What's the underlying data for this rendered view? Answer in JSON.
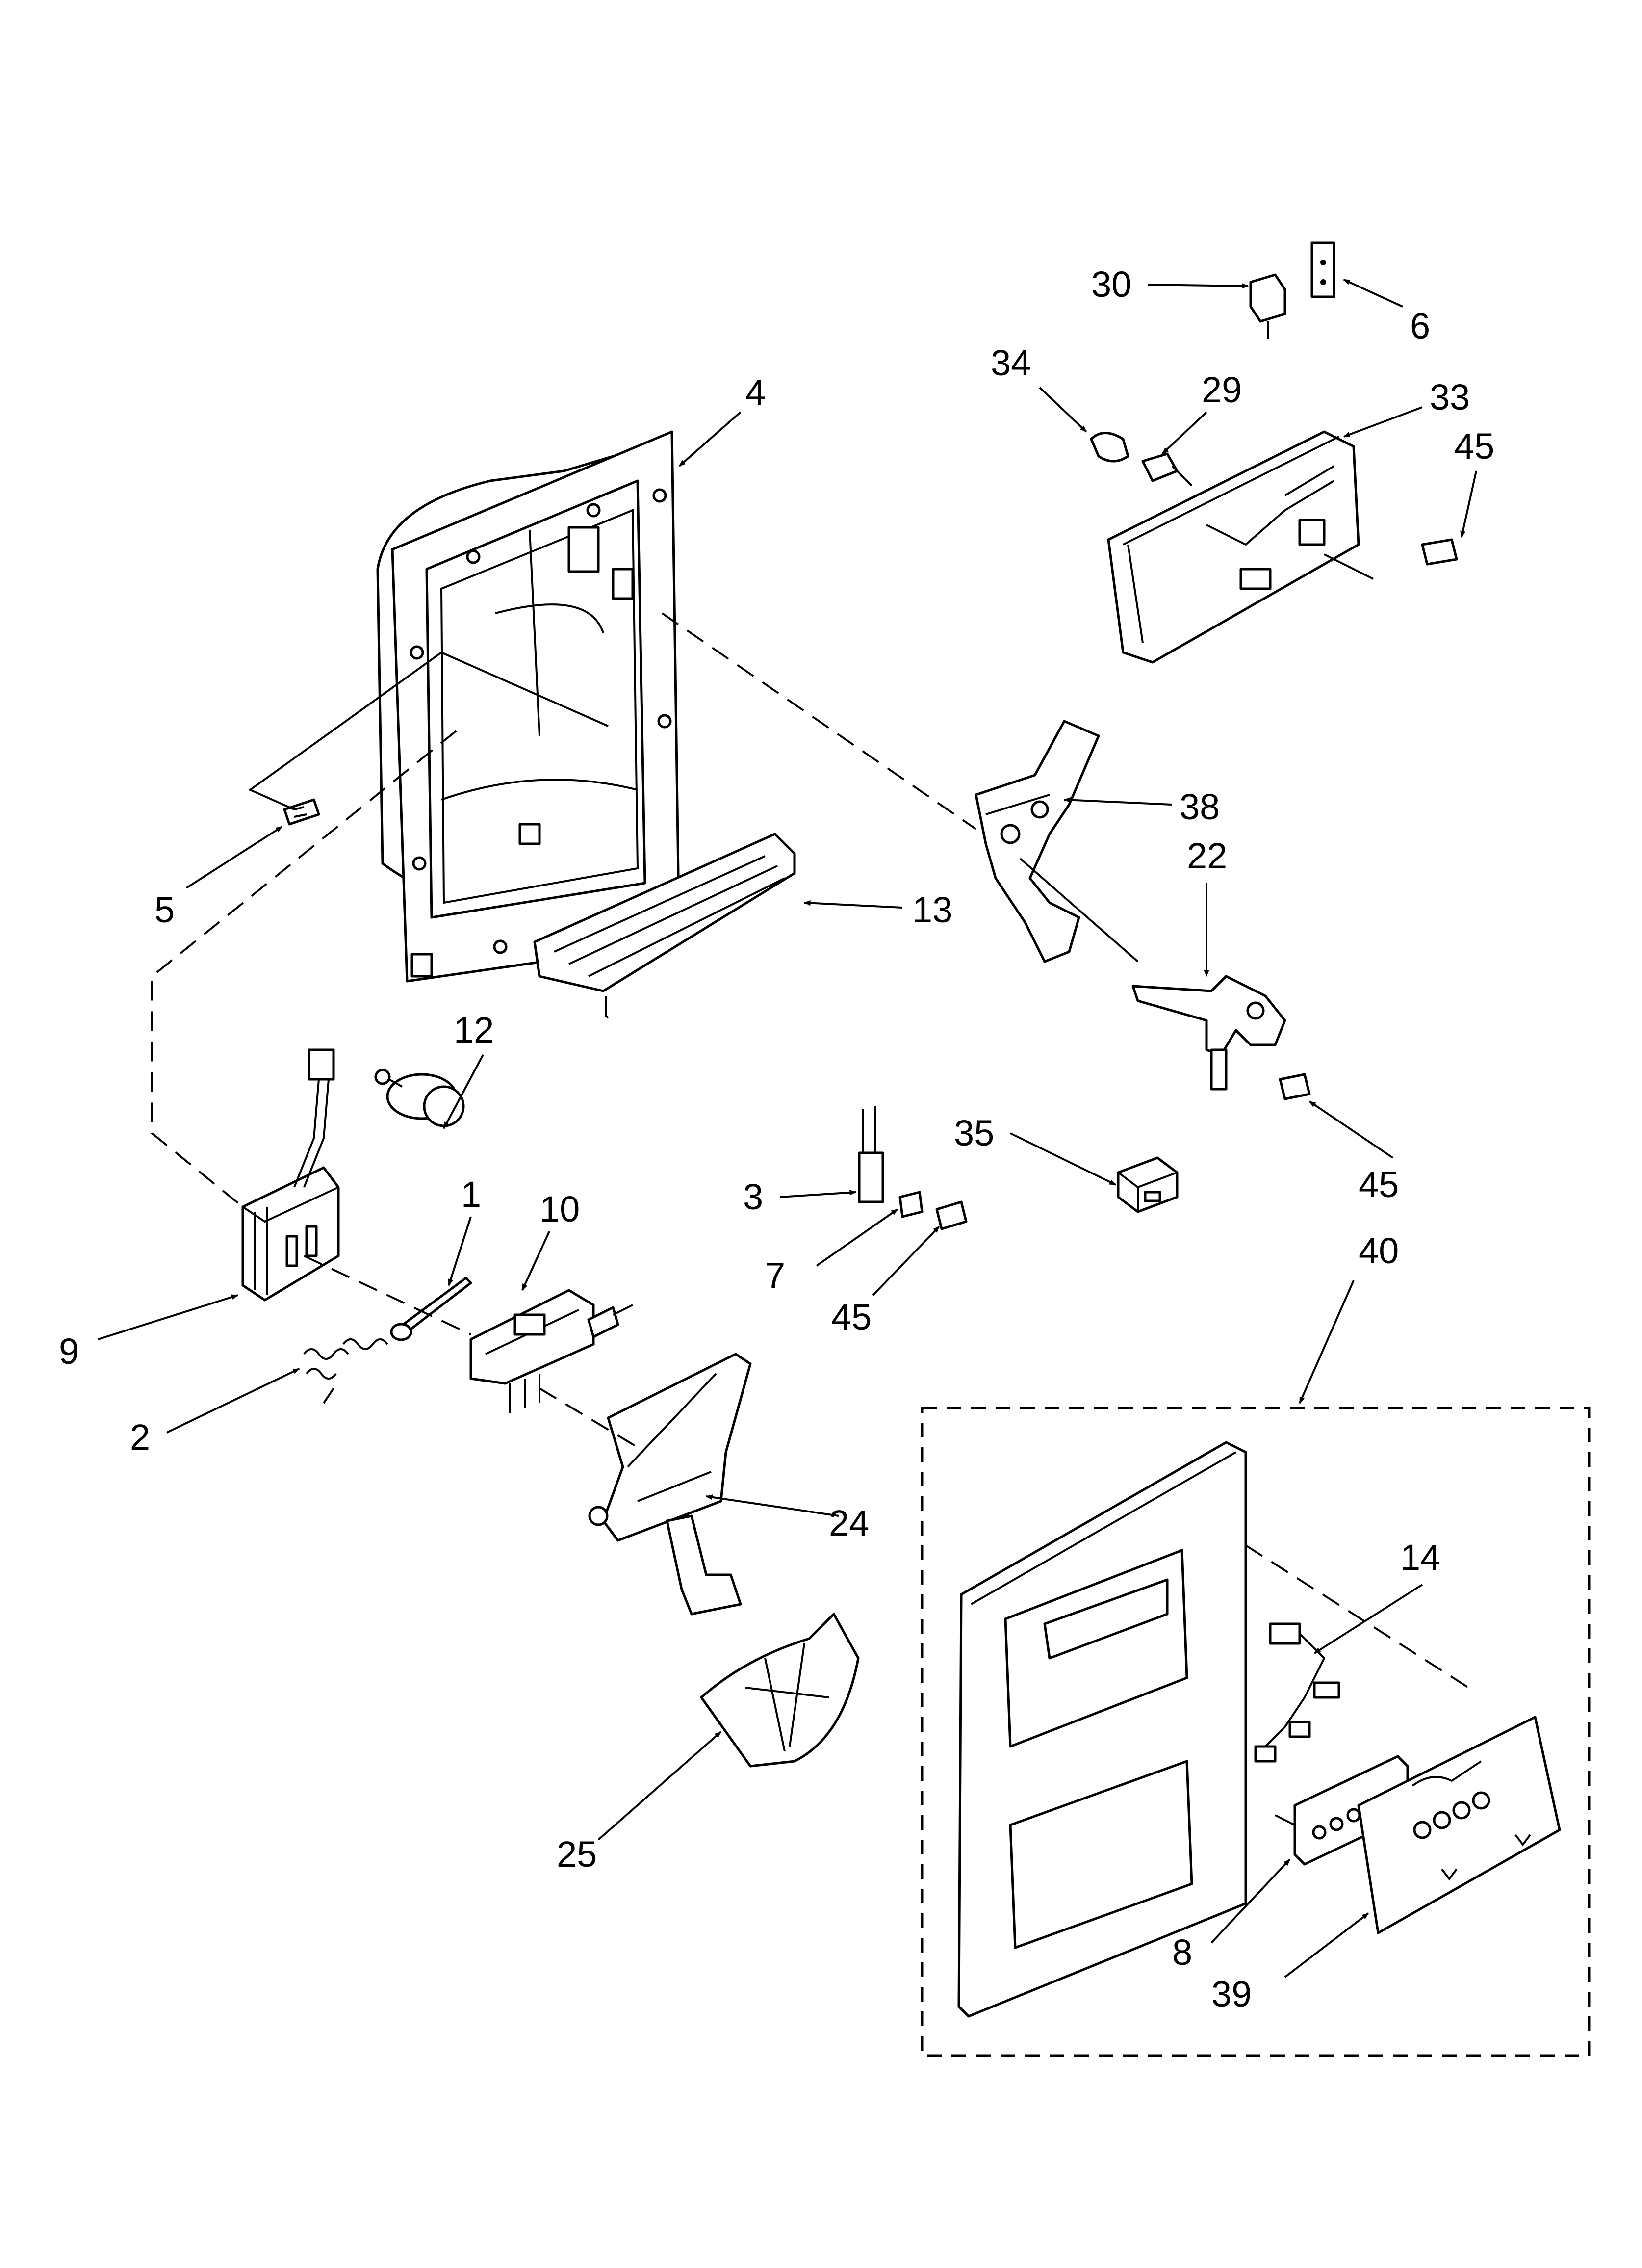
{
  "callouts": {
    "c30": "30",
    "c6": "6",
    "c34": "34",
    "c29": "29",
    "c33": "33",
    "c45a": "45",
    "c4": "4",
    "c38": "38",
    "c22": "22",
    "c5": "5",
    "c13": "13",
    "c12": "12",
    "c45b": "45",
    "c35": "35",
    "c1": "1",
    "c10": "10",
    "c3": "3",
    "c40": "40",
    "c7": "7",
    "c45c": "45",
    "c9": "9",
    "c2": "2",
    "c24": "24",
    "c14": "14",
    "c25": "25",
    "c8": "8",
    "c39": "39"
  }
}
